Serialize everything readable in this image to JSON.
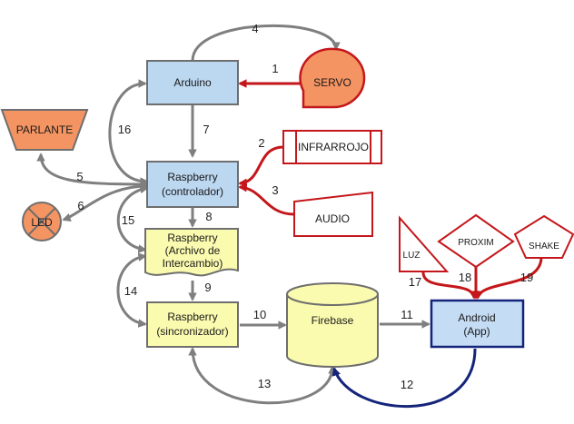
{
  "nodes": {
    "arduino": {
      "label": "Arduino"
    },
    "servo": {
      "label": "SERVO"
    },
    "parlante": {
      "label": "PARLANTE"
    },
    "infrarrojo": {
      "label": "INFRARROJO"
    },
    "raspberry_controlador": {
      "line1": "Raspberry",
      "line2": "(controlador)"
    },
    "led": {
      "label": "LED"
    },
    "audio": {
      "label": "AUDIO"
    },
    "raspberry_archivo": {
      "line1": "Raspberry",
      "line2": "(Archivo de",
      "line3": "Intercambio)"
    },
    "raspberry_sincronizador": {
      "line1": "Raspberry",
      "line2": "(sincronizador)"
    },
    "firebase": {
      "label": "Firebase"
    },
    "android": {
      "line1": "Android",
      "line2": "(App)"
    },
    "luz": {
      "label": "LUZ"
    },
    "proxim": {
      "label": "PROXIM"
    },
    "shake": {
      "label": "SHAKE"
    }
  },
  "edges": {
    "e1": "1",
    "e2": "2",
    "e3": "3",
    "e4": "4",
    "e5": "5",
    "e6": "6",
    "e7": "7",
    "e8": "8",
    "e9": "9",
    "e10": "10",
    "e11": "11",
    "e12": "12",
    "e13": "13",
    "e14": "14",
    "e15": "15",
    "e16": "16",
    "e17": "17",
    "e18": "18",
    "e19": "19"
  },
  "colors": {
    "blue_fill": "#bcd7f0",
    "blue_stroke": "#1f3f8f",
    "yellow_fill": "#fbfbb0",
    "orange_fill": "#f49462",
    "red": "#c4171b",
    "gray": "#7f7f7f",
    "navy": "#14247a",
    "android_fill": "#c5dcf5"
  }
}
